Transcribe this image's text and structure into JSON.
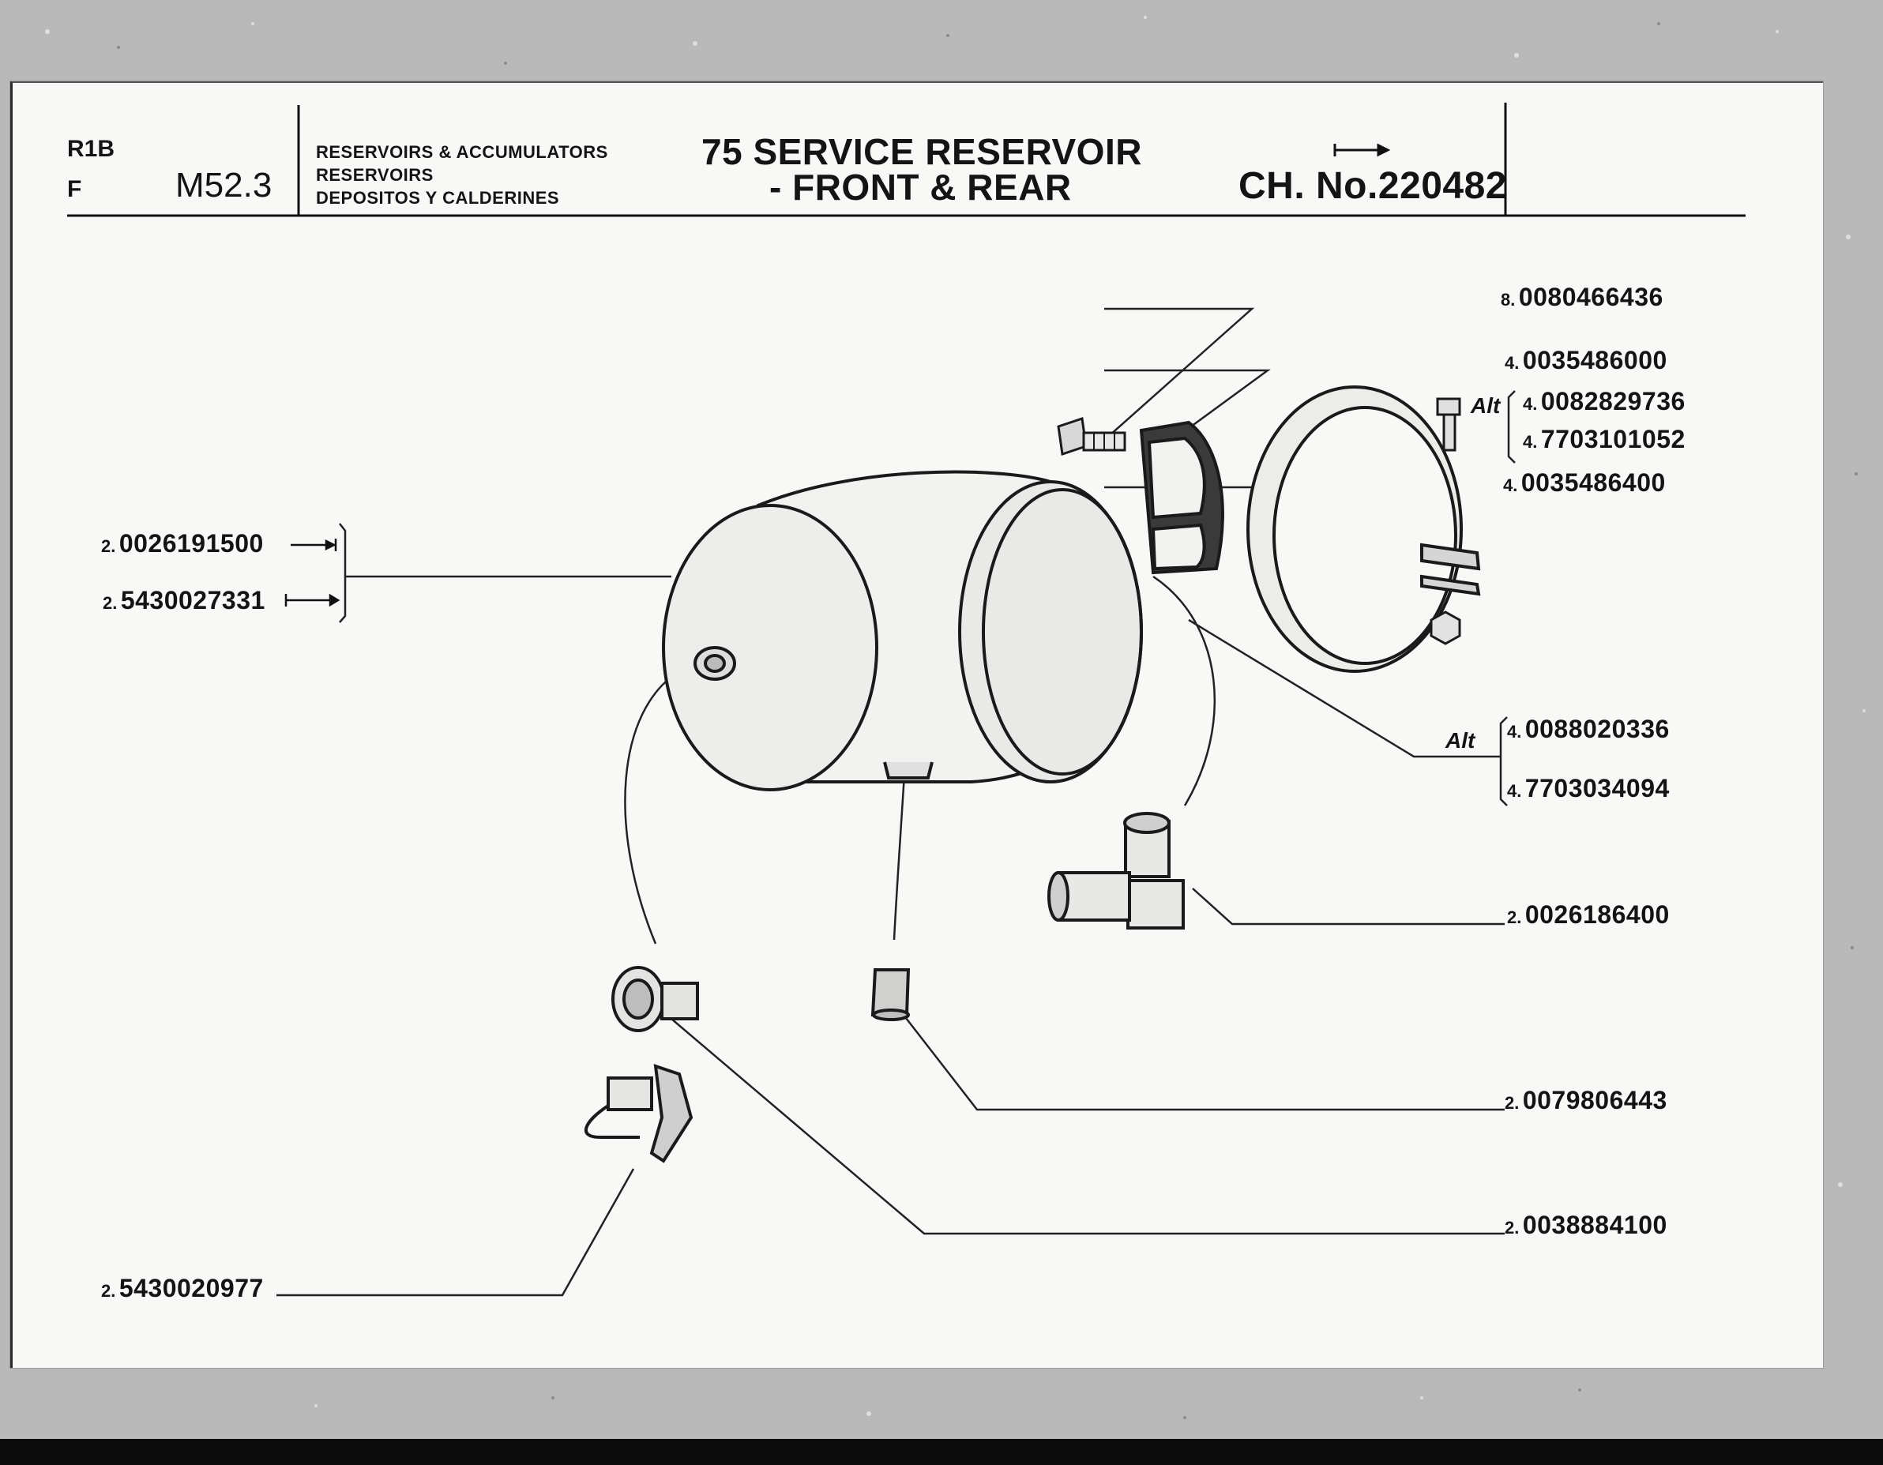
{
  "header": {
    "model_code": "R1B",
    "language_code": "F",
    "page_ref": "M52.3",
    "category_lines": [
      "RESERVOIRS & ACCUMULATORS",
      "RESERVOIRS",
      "DEPOSITOS Y CALDERINES"
    ],
    "title_line1": "75 SERVICE RESERVOIR",
    "title_line2": "- FRONT & REAR",
    "chassis_label": "CH. No.220482"
  },
  "parts": [
    {
      "qty": "8.",
      "number": "0080466436"
    },
    {
      "qty": "4.",
      "number": "0035486000"
    },
    {
      "qty": "4.",
      "number": "0082829736"
    },
    {
      "qty": "4.",
      "number": "7703101052"
    },
    {
      "qty": "4.",
      "number": "0035486400"
    },
    {
      "qty": "2.",
      "number": "0026191500"
    },
    {
      "qty": "2.",
      "number": "5430027331"
    },
    {
      "qty": "4.",
      "number": "0088020336"
    },
    {
      "qty": "4.",
      "number": "7703034094"
    },
    {
      "qty": "2.",
      "number": "0026186400"
    },
    {
      "qty": "2.",
      "number": "0079806443"
    },
    {
      "qty": "2.",
      "number": "0038884100"
    },
    {
      "qty": "2.",
      "number": "5430020977"
    }
  ],
  "alt_label": "Alt",
  "icons": [
    "bolt-icon",
    "rubber-pad-icon",
    "clamp-strap-icon",
    "reservoir-tank-icon",
    "nut-icon",
    "elbow-fitting-icon",
    "plug-icon",
    "adapter-icon",
    "drain-valve-icon"
  ]
}
